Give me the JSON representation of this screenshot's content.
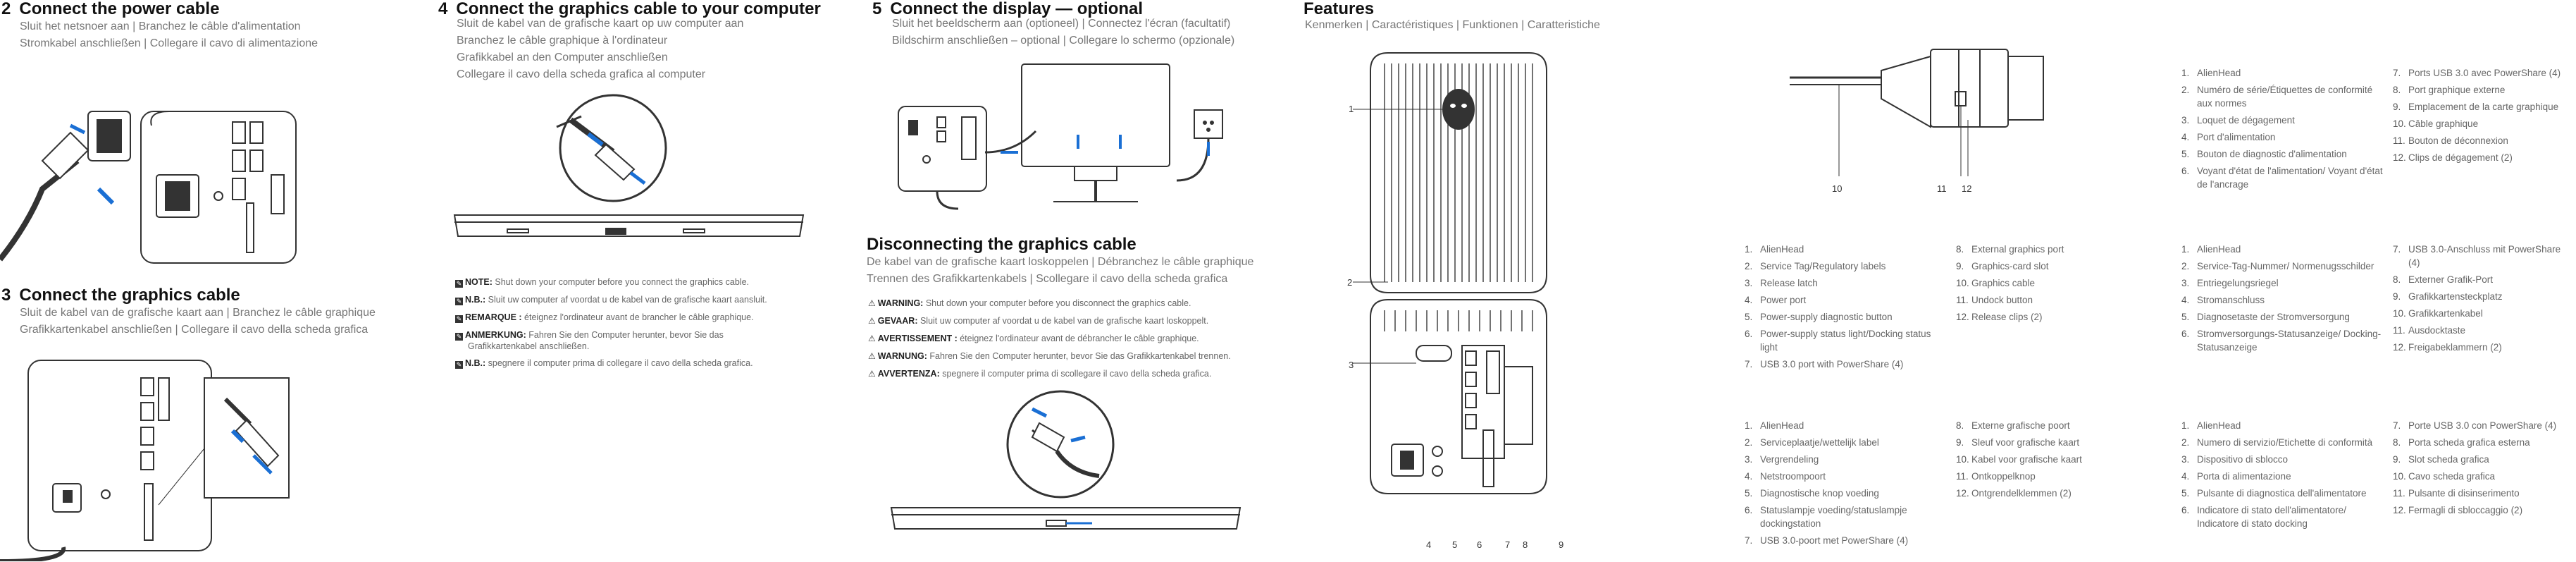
{
  "step2": {
    "num": "2",
    "title": "Connect the power cable",
    "lines": [
      "Sluit het netsnoer aan  |  Branchez le câble d'alimentation",
      "Stromkabel anschließen  |  Collegare il cavo di alimentazione"
    ]
  },
  "step3": {
    "num": "3",
    "title": "Connect the graphics cable",
    "lines": [
      "Sluit de kabel van de grafische kaart aan  |  Branchez le câble graphique",
      "Grafikkartenkabel anschließen  |  Collegare il cavo della scheda grafica"
    ]
  },
  "step4": {
    "num": "4",
    "title": "Connect the graphics cable to your computer",
    "lines": [
      "Sluit de kabel van de grafische kaart op uw computer aan",
      "Branchez le câble graphique à l'ordinateur",
      "Grafikkabel an den Computer anschließen",
      "Collegare il cavo della scheda grafica al computer"
    ],
    "notes": [
      {
        "label": "NOTE:",
        "text": " Shut down your computer before you connect the graphics cable."
      },
      {
        "label": "N.B.:",
        "text": " Sluit uw computer af voordat u de kabel van de grafische kaart aansluit."
      },
      {
        "label": "REMARQUE :",
        "text": " éteignez l'ordinateur avant de brancher le câble graphique."
      },
      {
        "label": "ANMERKUNG:",
        "text": " Fahren Sie den Computer herunter, bevor Sie das"
      },
      {
        "label": "",
        "text": "Grafikkartenkabel anschließen."
      },
      {
        "label": "N.B.:",
        "text": " spegnere il computer prima di collegare il cavo della scheda grafica."
      }
    ]
  },
  "step5": {
    "num": "5",
    "title": "Connect the display — optional",
    "lines": [
      "Sluit het beeldscherm aan (optioneel)  |  Connectez l'écran (facultatif)",
      "Bildschirm anschließen – optional  |  Collegare lo schermo (opzionale)"
    ]
  },
  "disconnect": {
    "title": "Disconnecting the graphics cable",
    "lines": [
      "De kabel van de grafische kaart loskoppelen  |  Débranchez le câble graphique",
      "Trennen des Grafikkartenkabels  |  Scollegare il cavo della scheda grafica"
    ],
    "warnings": [
      {
        "label": "WARNING:",
        "text": " Shut down your computer before you disconnect the graphics cable."
      },
      {
        "label": "GEVAAR:",
        "text": " Sluit uw computer af voordat u de kabel van de grafische kaart loskoppelt."
      },
      {
        "label": "AVERTISSEMENT :",
        "text": " éteignez l'ordinateur avant de débrancher le câble graphique."
      },
      {
        "label": "WARNUNG:",
        "text": " Fahren Sie den Computer herunter, bevor Sie das Grafikkartenkabel trennen."
      },
      {
        "label": "AVVERTENZA:",
        "text": " spegnere il computer prima di scollegare il cavo della scheda grafica."
      }
    ]
  },
  "features": {
    "title": "Features",
    "subtitle": "Kenmerken  |  Caractéristiques  |  Funktionen  |  Caratteristiche",
    "callouts": [
      "1",
      "2",
      "3",
      "4",
      "5",
      "6",
      "7",
      "8",
      "9",
      "10",
      "11",
      "12"
    ]
  },
  "lists": {
    "en_a": [
      [
        "1.",
        "AlienHead"
      ],
      [
        "2.",
        "Service Tag/Regulatory labels"
      ],
      [
        "3.",
        "Release latch"
      ],
      [
        "4.",
        "Power port"
      ],
      [
        "5.",
        "Power-supply diagnostic button"
      ],
      [
        "6.",
        "Power-supply status light/Docking status light"
      ],
      [
        "7.",
        "USB 3.0 port with PowerShare (4)"
      ]
    ],
    "en_b": [
      [
        "8.",
        "External graphics port"
      ],
      [
        "9.",
        "Graphics-card slot"
      ],
      [
        "10.",
        "Graphics cable"
      ],
      [
        "11.",
        "Undock button"
      ],
      [
        "12.",
        "Release clips (2)"
      ]
    ],
    "nl_a": [
      [
        "1.",
        "AlienHead"
      ],
      [
        "2.",
        "Serviceplaatje/wettelijk label"
      ],
      [
        "3.",
        "Vergrendeling"
      ],
      [
        "4.",
        "Netstroompoort"
      ],
      [
        "5.",
        "Diagnostische knop voeding"
      ],
      [
        "6.",
        "Statuslampje voeding/statuslampje dockingstation"
      ],
      [
        "7.",
        "USB 3.0-poort met PowerShare (4)"
      ]
    ],
    "nl_b": [
      [
        "8.",
        "Externe grafische poort"
      ],
      [
        "9.",
        "Sleuf voor grafische kaart"
      ],
      [
        "10.",
        "Kabel voor grafische kaart"
      ],
      [
        "11.",
        "Ontkoppelknop"
      ],
      [
        "12.",
        "Ontgrendelklemmen (2)"
      ]
    ],
    "fr_a": [
      [
        "1.",
        "AlienHead"
      ],
      [
        "2.",
        "Numéro de série/Étiquettes de conformité aux normes"
      ],
      [
        "3.",
        "Loquet de dégagement"
      ],
      [
        "4.",
        "Port d'alimentation"
      ],
      [
        "5.",
        "Bouton de diagnostic d'alimentation"
      ],
      [
        "6.",
        "Voyant d'état de l'alimentation/ Voyant d'état de l'ancrage"
      ]
    ],
    "fr_b": [
      [
        "7.",
        "Ports USB 3.0 avec PowerShare (4)"
      ],
      [
        "8.",
        "Port graphique externe"
      ],
      [
        "9.",
        "Emplacement de la carte graphique"
      ],
      [
        "10.",
        "Câble graphique"
      ],
      [
        "11.",
        "Bouton de déconnexion"
      ],
      [
        "12.",
        "Clips de dégagement (2)"
      ]
    ],
    "de_a": [
      [
        "1.",
        "AlienHead"
      ],
      [
        "2.",
        "Service-Tag-Nummer/ Normenugsschilder"
      ],
      [
        "3.",
        "Entriegelungsriegel"
      ],
      [
        "4.",
        "Stromanschluss"
      ],
      [
        "5.",
        "Diagnosetaste der Stromversorgung"
      ],
      [
        "6.",
        "Stromversorgungs-Statusanzeige/ Docking-Statusanzeige"
      ]
    ],
    "de_b": [
      [
        "7.",
        "USB 3.0-Anschluss mit PowerShare (4)"
      ],
      [
        "8.",
        "Externer Grafik-Port"
      ],
      [
        "9.",
        "Grafikkartensteckplatz"
      ],
      [
        "10.",
        "Grafikkartenkabel"
      ],
      [
        "11.",
        "Ausdocktaste"
      ],
      [
        "12.",
        "Freigabeklammern (2)"
      ]
    ],
    "it_a": [
      [
        "1.",
        "AlienHead"
      ],
      [
        "2.",
        "Numero di servizio/Etichette di conformità"
      ],
      [
        "3.",
        "Dispositivo di sblocco"
      ],
      [
        "4.",
        "Porta di alimentazione"
      ],
      [
        "5.",
        "Pulsante di diagnostica dell'alimentatore"
      ],
      [
        "6.",
        "Indicatore di stato dell'alimentatore/ Indicatore di stato docking"
      ]
    ],
    "it_b": [
      [
        "7.",
        "Porte USB 3.0 con PowerShare (4)"
      ],
      [
        "8.",
        "Porta scheda grafica esterna"
      ],
      [
        "9.",
        "Slot scheda grafica"
      ],
      [
        "10.",
        "Cavo scheda grafica"
      ],
      [
        "11.",
        "Pulsante di disinserimento"
      ],
      [
        "12.",
        "Fermagli di sbloccaggio (2)"
      ]
    ]
  }
}
